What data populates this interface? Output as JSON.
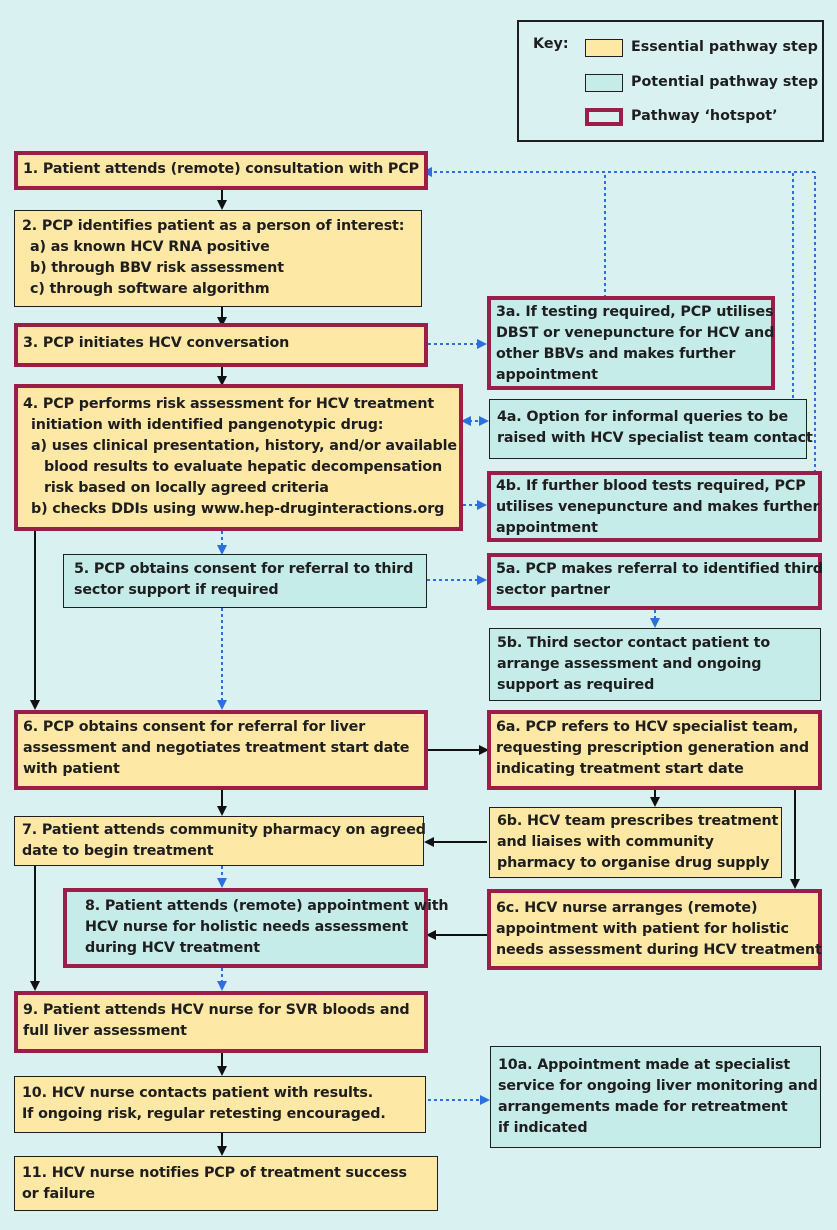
{
  "key": {
    "title": "Key:",
    "essential": "Essential pathway step",
    "potential": "Potential pathway step",
    "hotspot": "Pathway ‘hotspot’",
    "colors": {
      "essential": "#fde8a6",
      "potential": "#c6ecea",
      "hotspot": "#9b1e48",
      "background": "#d9f1f1",
      "dotted_arrow": "#2b6fe0"
    }
  },
  "steps": {
    "s1": {
      "lines": [
        "1. Patient attends (remote) consultation with PCP"
      ]
    },
    "s2": {
      "lines": [
        "2. PCP identifies patient as a person of interest:",
        "a) as known HCV RNA positive",
        "b) through BBV risk assessment",
        "c) through software algorithm"
      ]
    },
    "s3": {
      "lines": [
        "3. PCP initiates HCV conversation"
      ]
    },
    "s3a": {
      "lines": [
        "3a. If testing required, PCP utilises",
        "DBST or venepuncture for HCV and",
        "other BBVs and makes further",
        "appointment"
      ]
    },
    "s4": {
      "lines": [
        "4. PCP performs risk assessment for HCV treatment",
        "initiation with identified pangenotypic drug:",
        "a) uses clinical presentation, history, and/or available",
        "blood results to evaluate hepatic decompensation",
        "risk based on locally agreed criteria",
        "b) checks DDIs using www.hep-druginteractions.org"
      ]
    },
    "s4a": {
      "lines": [
        "4a. Option for informal queries to be",
        "raised with HCV specialist team contact"
      ]
    },
    "s4b": {
      "lines": [
        "4b. If further blood tests required, PCP",
        "utilises venepuncture and makes further",
        "appointment"
      ]
    },
    "s5": {
      "lines": [
        "5. PCP obtains consent for referral to third",
        "sector support if required"
      ]
    },
    "s5a": {
      "lines": [
        "5a. PCP makes referral to identified third",
        "sector partner"
      ]
    },
    "s5b": {
      "lines": [
        "5b. Third sector contact patient to",
        "arrange assessment and ongoing",
        "support as required"
      ]
    },
    "s6": {
      "lines": [
        "6. PCP obtains consent for referral for liver",
        "assessment and negotiates treatment start date",
        "with patient"
      ]
    },
    "s6a": {
      "lines": [
        "6a. PCP refers to HCV specialist team,",
        "requesting prescription generation and",
        "indicating treatment start date"
      ]
    },
    "s6b": {
      "lines": [
        "6b. HCV team prescribes treatment",
        "and liaises with community",
        "pharmacy to organise drug supply"
      ]
    },
    "s7": {
      "lines": [
        "7. Patient attends community pharmacy on agreed",
        "date to begin treatment"
      ]
    },
    "s8": {
      "lines": [
        "8. Patient attends (remote) appointment with",
        "HCV nurse for holistic needs assessment",
        "during HCV treatment"
      ]
    },
    "s6c": {
      "lines": [
        "6c. HCV nurse arranges (remote)",
        "appointment with patient for holistic",
        "needs assessment during HCV treatment"
      ]
    },
    "s9": {
      "lines": [
        "9. Patient attends HCV nurse for SVR bloods and",
        "full liver assessment"
      ]
    },
    "s10": {
      "lines": [
        "10. HCV nurse contacts patient with results.",
        "If ongoing risk, regular retesting encouraged."
      ]
    },
    "s10a": {
      "lines": [
        "10a. Appointment made at specialist",
        "service for ongoing liver monitoring and",
        "arrangements made for retreatment",
        "if indicated"
      ]
    },
    "s11": {
      "lines": [
        "11. HCV nurse notifies PCP of treatment success",
        "or failure"
      ]
    }
  }
}
